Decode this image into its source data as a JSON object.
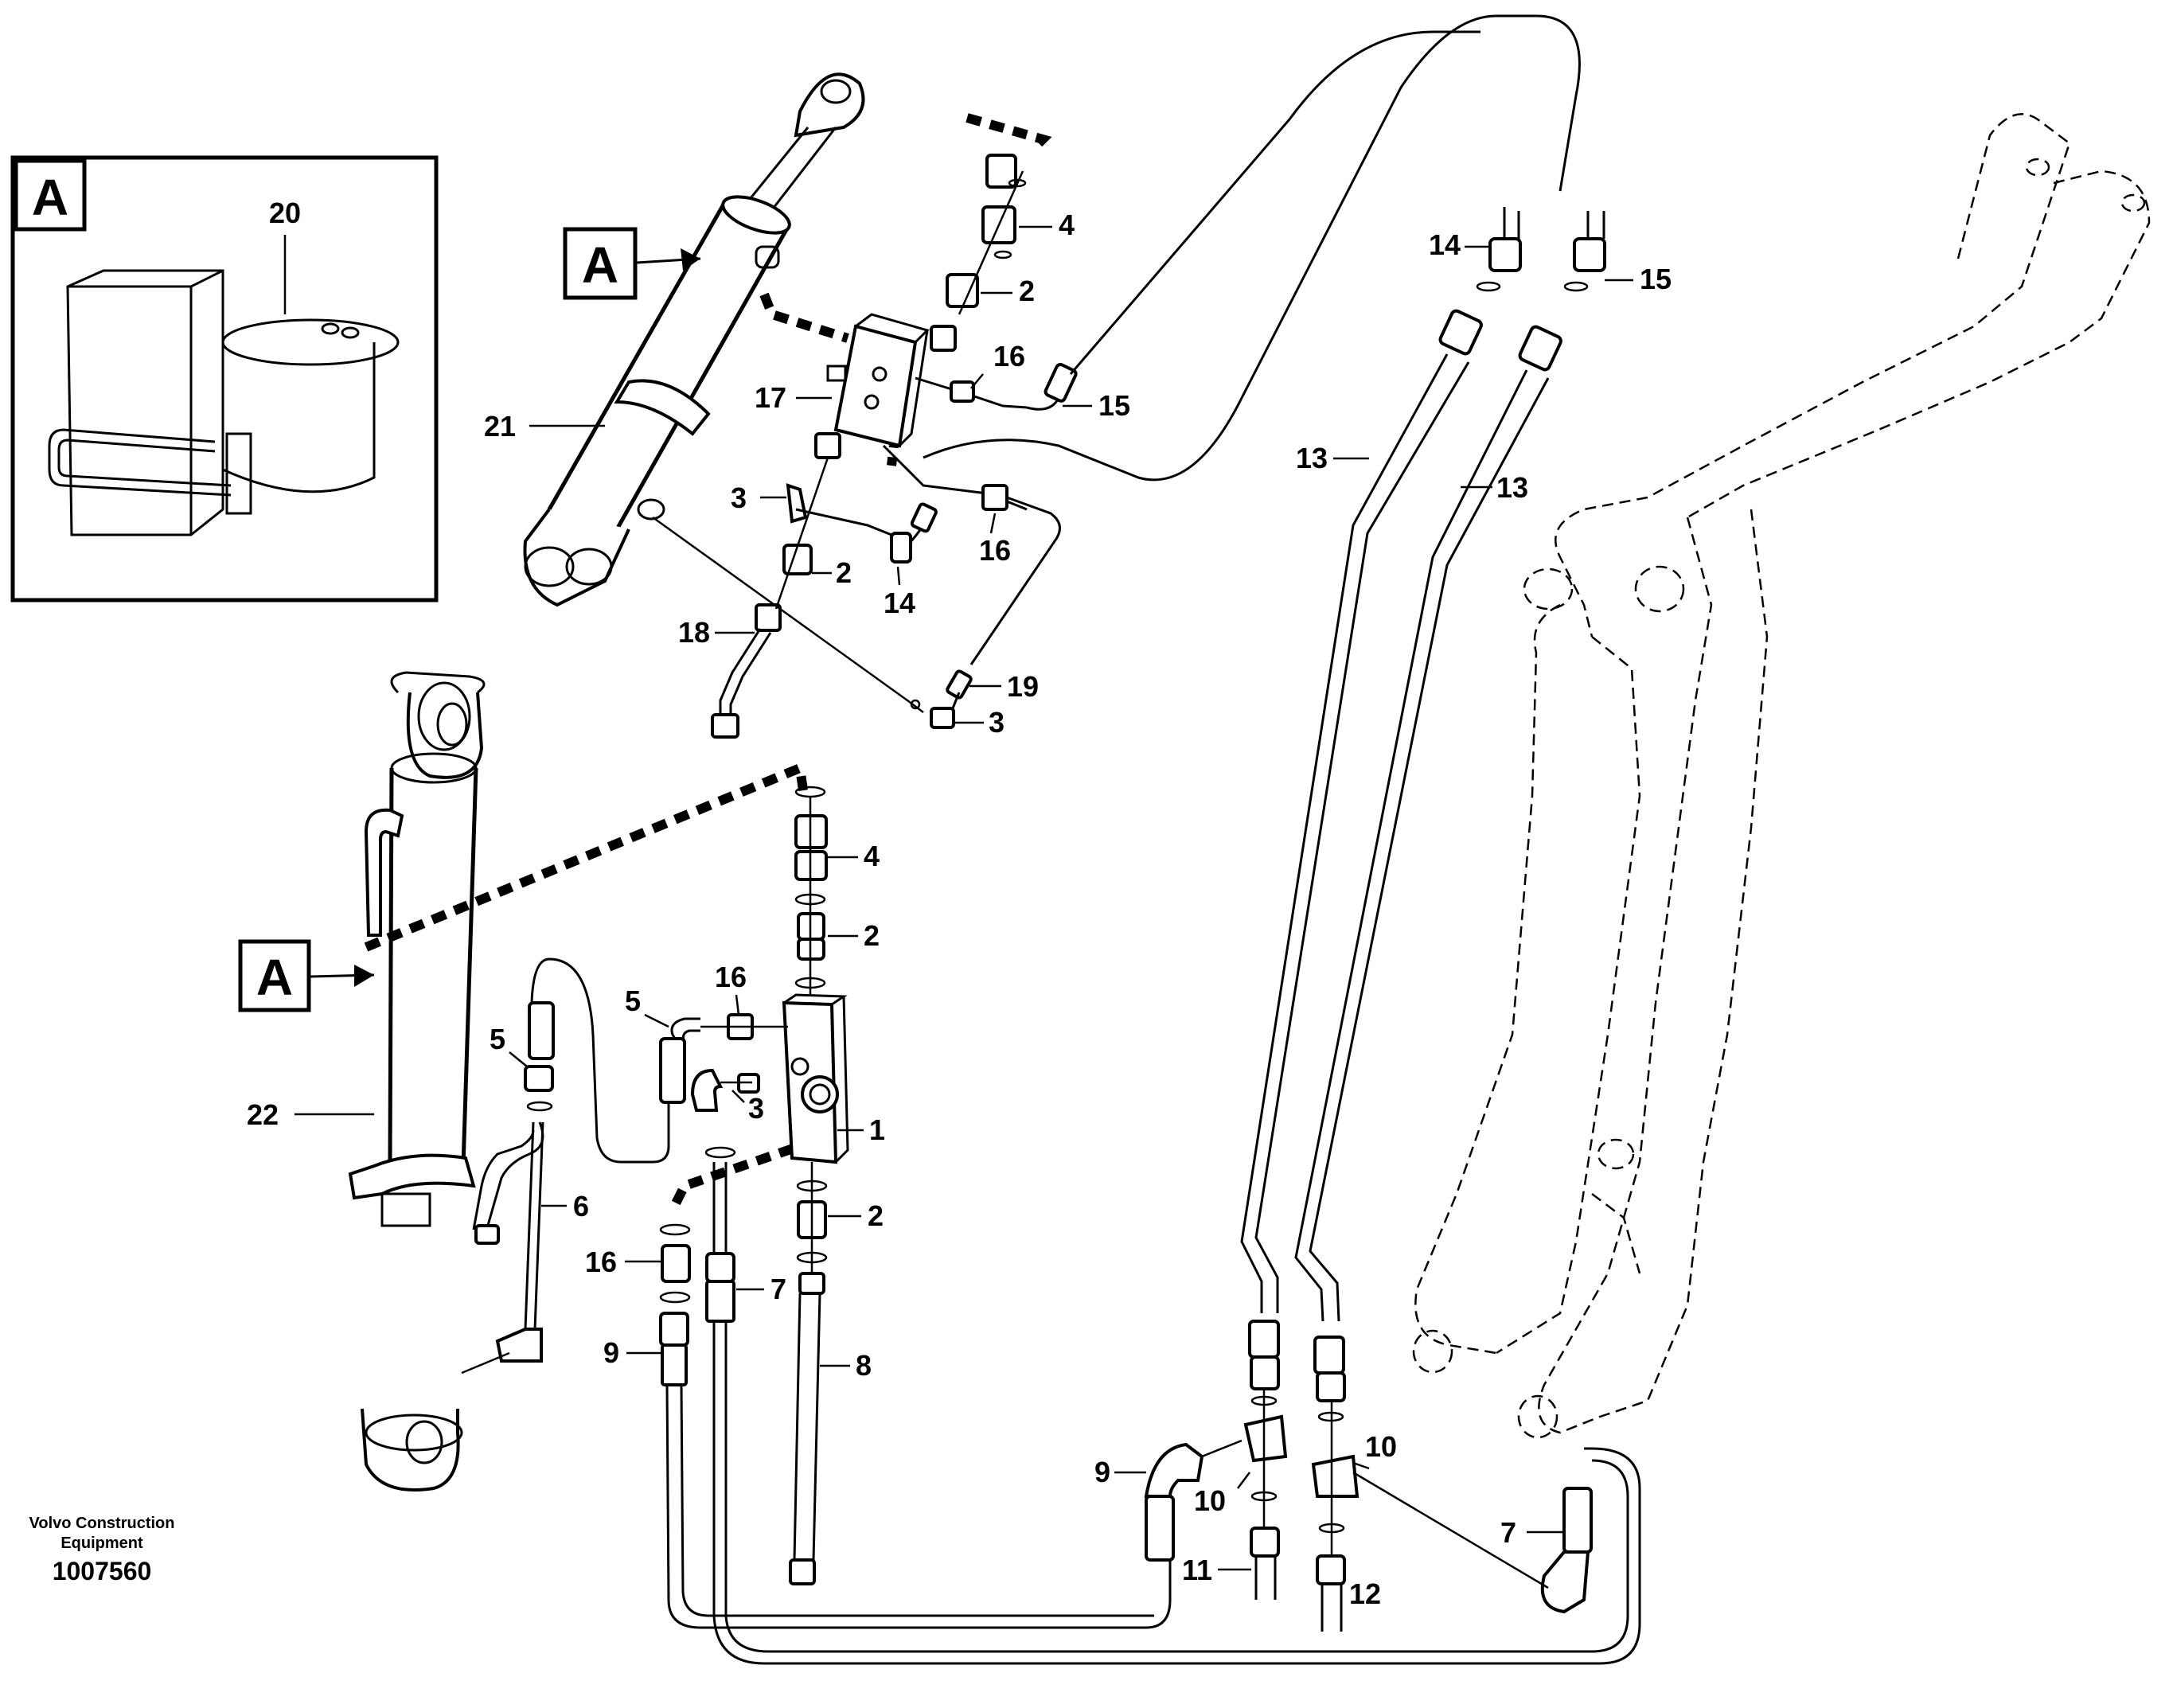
{
  "footer": {
    "brand_line1": "Volvo Construction",
    "brand_line2": "Equipment",
    "drawing_number": "1007560"
  },
  "detail_marker": "A",
  "callouts": {
    "c1": "1",
    "c2": "2",
    "c3": "3",
    "c4": "4",
    "c5": "5",
    "c6": "6",
    "c7": "7",
    "c8": "8",
    "c9": "9",
    "c10": "10",
    "c11": "11",
    "c12": "12",
    "c13": "13",
    "c14": "14",
    "c15": "15",
    "c16": "16",
    "c17": "17",
    "c18": "18",
    "c19": "19",
    "c20": "20",
    "c21": "21",
    "c22": "22"
  },
  "colors": {
    "line": "#000000",
    "background": "#ffffff"
  }
}
